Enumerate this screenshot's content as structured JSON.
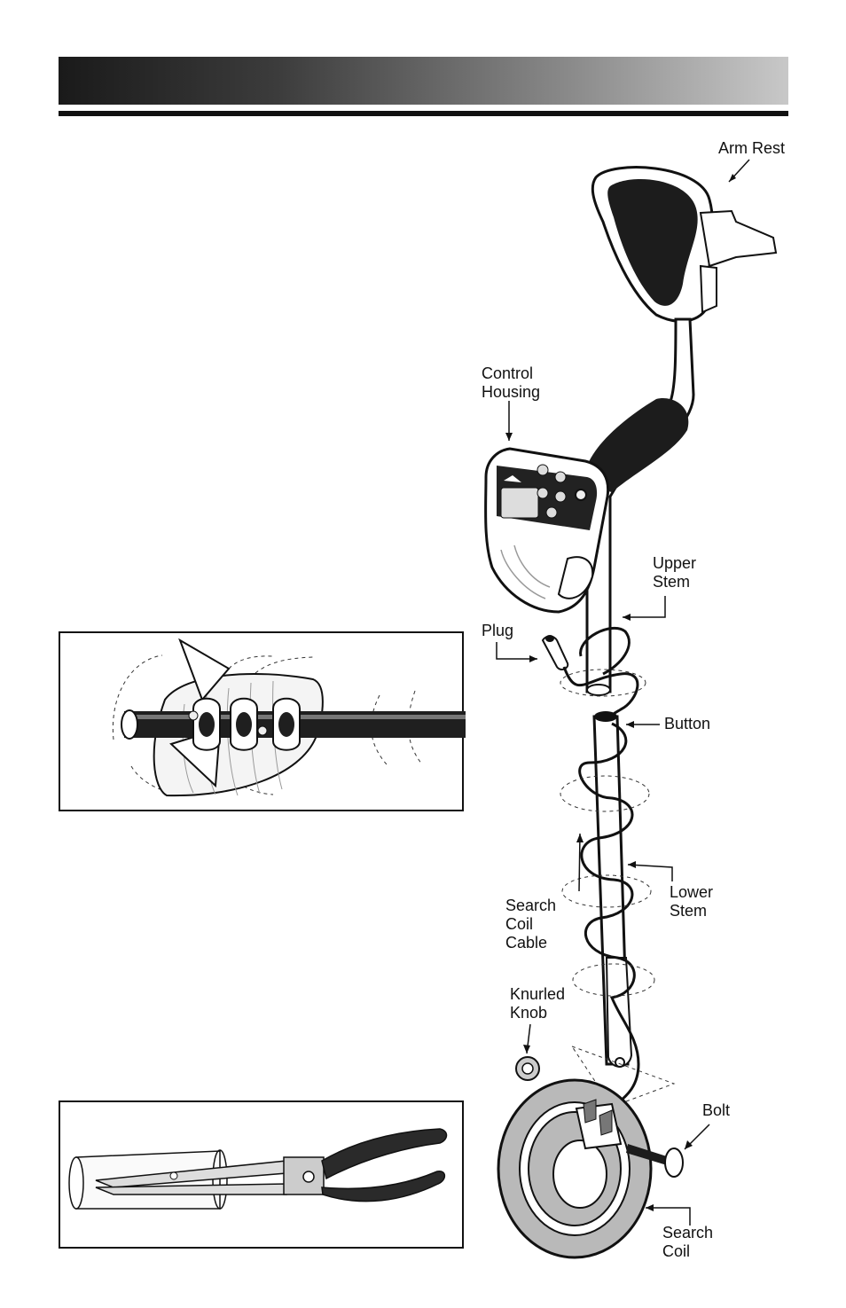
{
  "labels": {
    "arm_rest": "Arm Rest",
    "control_housing": "Control\nHousing",
    "upper_stem": "Upper\nStem",
    "plug": "Plug",
    "button": "Button",
    "search_coil_cable": "Search\nCoil\nCable",
    "lower_stem": "Lower\nStem",
    "knurled_knob": "Knurled\nKnob",
    "bolt": "Bolt",
    "search_coil": "Search\nCoil"
  },
  "colors": {
    "ink": "#111111",
    "header_dark": "#1a1a1a",
    "header_light": "#c8c8c8",
    "coil_gray": "#b9b9b9"
  }
}
